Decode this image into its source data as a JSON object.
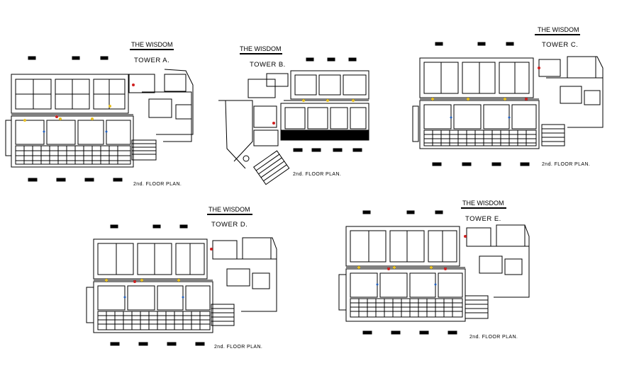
{
  "plans": [
    {
      "project": "THE WISDOM",
      "tower": "TOWER A.",
      "floor": "2nd.  FLOOR PLAN."
    },
    {
      "project": "THE WISDOM",
      "tower": "TOWER B.",
      "floor": "2nd.  FLOOR PLAN."
    },
    {
      "project": "THE WISDOM",
      "tower": "TOWER C.",
      "floor": "2nd.  FLOOR PLAN."
    },
    {
      "project": "THE WISDOM",
      "tower": "TOWER D.",
      "floor": "2nd.   FLOOR   PLAN."
    },
    {
      "project": "THE WISDOM",
      "tower": "TOWER E.",
      "floor": "2nd.      FLOOR     PLAN."
    }
  ],
  "colors": {
    "line": "#000000",
    "accent_yellow": "#e8c020",
    "accent_red": "#d02020",
    "accent_blue": "#2060c0",
    "background": "#ffffff"
  }
}
